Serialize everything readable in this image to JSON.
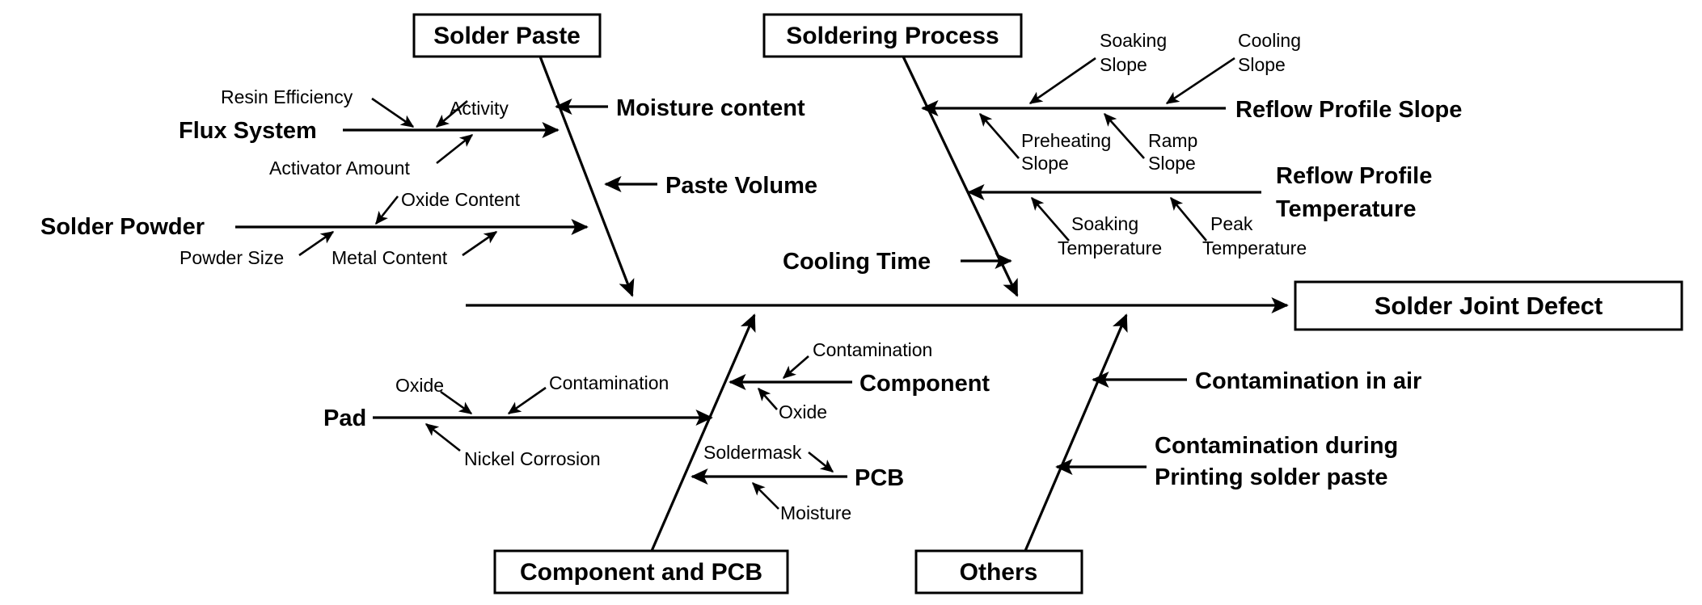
{
  "diagram": {
    "type": "fishbone-ishikawa",
    "effect": "Solder Joint Defect",
    "categories": [
      {
        "id": "solder-paste",
        "label": "Solder Paste",
        "position": "top-left",
        "branches": [
          {
            "id": "moisture-content",
            "label": "Moisture content",
            "causes": []
          },
          {
            "id": "paste-volume",
            "label": "Paste Volume",
            "causes": []
          },
          {
            "id": "flux-system",
            "label": "Flux System",
            "causes": [
              "Resin Efficiency",
              "Activity",
              "Activator Amount"
            ]
          },
          {
            "id": "solder-powder",
            "label": "Solder Powder",
            "causes": [
              "Oxide Content",
              "Powder Size",
              "Metal Content"
            ]
          }
        ]
      },
      {
        "id": "soldering-process",
        "label": "Soldering Process",
        "position": "top-right",
        "branches": [
          {
            "id": "reflow-profile-slope",
            "label": "Reflow Profile Slope",
            "causes": [
              "Soaking Slope",
              "Cooling Slope",
              "Preheating Slope",
              "Ramp Slope"
            ]
          },
          {
            "id": "reflow-profile-temperature",
            "label": "Reflow Profile Temperature",
            "label_line1": "Reflow Profile",
            "label_line2": "Temperature",
            "causes": [
              "Soaking Temperature",
              "Peak Temperature"
            ]
          },
          {
            "id": "cooling-time",
            "label": "Cooling Time",
            "causes": []
          }
        ]
      },
      {
        "id": "component-and-pcb",
        "label": "Component and PCB",
        "position": "bottom-left",
        "branches": [
          {
            "id": "pad",
            "label": "Pad",
            "causes": [
              "Oxide",
              "Contamination",
              "Nickel Corrosion"
            ]
          },
          {
            "id": "component",
            "label": "Component",
            "causes": [
              "Contamination",
              "Oxide"
            ]
          },
          {
            "id": "pcb",
            "label": "PCB",
            "causes": [
              "Soldermask",
              "Moisture"
            ]
          }
        ]
      },
      {
        "id": "others",
        "label": "Others",
        "position": "bottom-right",
        "branches": [
          {
            "id": "contamination-in-air",
            "label": "Contamination in air",
            "causes": []
          },
          {
            "id": "contamination-during-printing",
            "label": "Contamination during Printing solder paste",
            "label_line1": "Contamination during",
            "label_line2": "Printing solder paste",
            "causes": []
          }
        ]
      }
    ],
    "labels": {
      "solder_paste_box": "Solder Paste",
      "soldering_process_box": "Soldering Process",
      "component_pcb_box": "Component and PCB",
      "others_box": "Others",
      "effect_box": "Solder Joint Defect",
      "moisture_content": "Moisture content",
      "paste_volume": "Paste Volume",
      "flux_system": "Flux System",
      "solder_powder": "Solder Powder",
      "resin_efficiency": "Resin Efficiency",
      "activity": "Activity",
      "activator_amount": "Activator Amount",
      "oxide_content": "Oxide Content",
      "powder_size": "Powder Size",
      "metal_content": "Metal Content",
      "reflow_profile_slope": "Reflow Profile Slope",
      "soaking_slope_l1": "Soaking",
      "soaking_slope_l2": "Slope",
      "cooling_slope_l1": "Cooling",
      "cooling_slope_l2": "Slope",
      "preheating_slope_l1": "Preheating",
      "preheating_slope_l2": "Slope",
      "ramp_slope_l1": "Ramp",
      "ramp_slope_l2": "Slope",
      "reflow_profile_temp_l1": "Reflow Profile",
      "reflow_profile_temp_l2": "Temperature",
      "soaking_temperature_l1": "Soaking",
      "soaking_temperature_l2": "Temperature",
      "peak_temperature_l1": "Peak",
      "peak_temperature_l2": "Temperature",
      "cooling_time": "Cooling Time",
      "pad": "Pad",
      "pad_oxide": "Oxide",
      "pad_contamination": "Contamination",
      "nickel_corrosion": "Nickel Corrosion",
      "component": "Component",
      "component_contamination": "Contamination",
      "component_oxide": "Oxide",
      "pcb": "PCB",
      "soldermask": "Soldermask",
      "moisture": "Moisture",
      "contamination_in_air": "Contamination in air",
      "contamination_printing_l1": "Contamination during",
      "contamination_printing_l2": "Printing solder paste"
    },
    "colors": {
      "line": "#000000",
      "text": "#000000",
      "background": "#ffffff"
    }
  }
}
